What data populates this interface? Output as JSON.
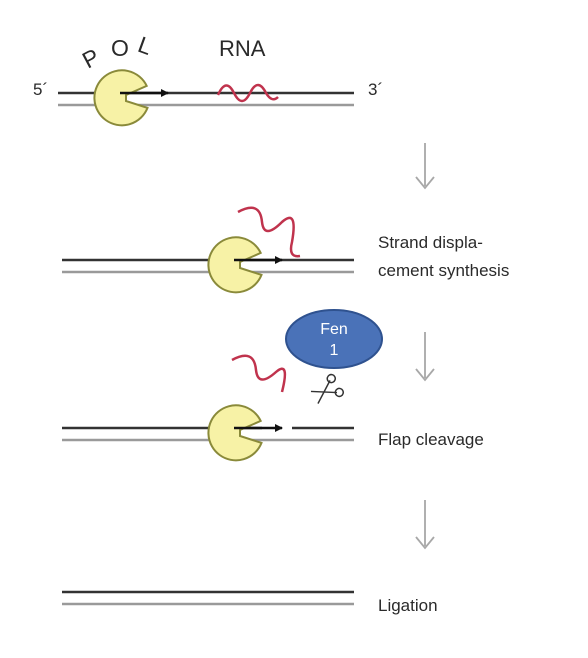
{
  "labels": {
    "five_prime": "5´",
    "three_prime": "3´",
    "pol": [
      "P",
      "O",
      "L"
    ],
    "rna": "RNA",
    "fen1_line1": "Fen",
    "fen1_line2": "1"
  },
  "steps": [
    {
      "line1": "Strand displa-",
      "line2": "cement synthesis"
    },
    {
      "line1": "Flap cleavage"
    },
    {
      "line1": "Ligation"
    }
  ],
  "colors": {
    "strand_top": "#333333",
    "strand_bottom": "#9a9a9a",
    "polymerase_fill": "#f7f2a6",
    "polymerase_stroke": "#8a8a3a",
    "rna": "#c0334d",
    "arrow": "#a8a8a8",
    "fen1_fill": "#4a72b8",
    "fen1_stroke": "#2f528f"
  },
  "icons": [
    "polymerase-icon",
    "scissors-icon",
    "down-arrow-icon"
  ]
}
